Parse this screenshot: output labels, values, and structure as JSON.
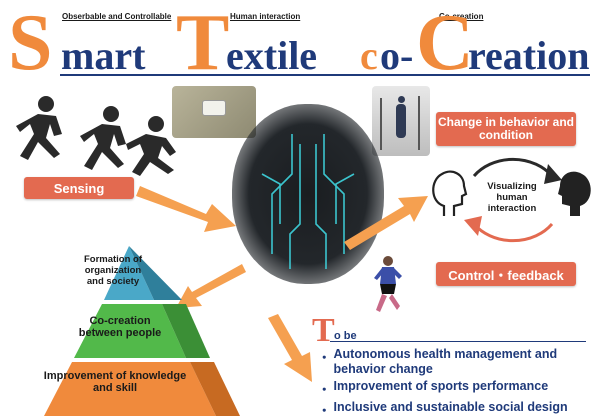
{
  "header": {
    "label_observable": "Obserbable and Controllable",
    "label_human": "Human interaction",
    "label_cocreation": "Co-creation",
    "title_s": "S",
    "title_mart": "mart",
    "title_t": "T",
    "title_extile": "extile",
    "title_c_small": "c",
    "title_o_dash": "o-",
    "title_c_big": "C",
    "title_reation": "reation"
  },
  "left": {
    "sensing": "Sensing"
  },
  "right": {
    "change": "Change in behavior and condition",
    "visualizing": "Visualizing human interaction",
    "control": "Control・feedback"
  },
  "pyramid": {
    "top": "Formation of organization and society",
    "middle": "Co-creation between people",
    "bottom": "Improvement of knowledge and skill"
  },
  "tobe": {
    "letter": "T",
    "rest": "o be",
    "items": [
      "Autonomous health management and behavior change",
      "Improvement of sports performance",
      "Inclusive and sustainable social design"
    ]
  },
  "colors": {
    "orange": "#f08a3c",
    "navy": "#1f3a7a",
    "pill": "#e36a50",
    "teal": "#4aa8c8",
    "green": "#52b94a"
  }
}
